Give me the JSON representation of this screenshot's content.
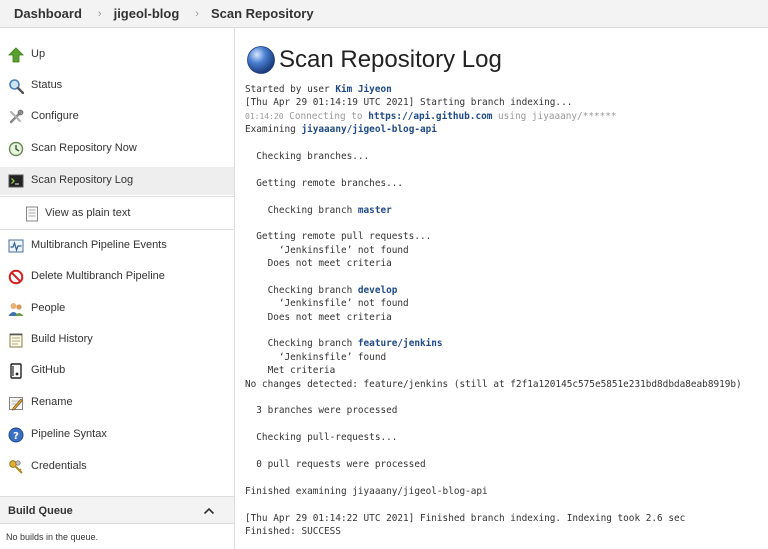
{
  "breadcrumb": {
    "items": [
      "Dashboard",
      "jigeol-blog",
      "Scan Repository"
    ],
    "separator": "›"
  },
  "sidebar": {
    "items": [
      {
        "label": "Up",
        "icon": "up-arrow-icon"
      },
      {
        "label": "Status",
        "icon": "search-icon"
      },
      {
        "label": "Configure",
        "icon": "wrench-icon"
      },
      {
        "label": "Scan Repository Now",
        "icon": "clock-icon"
      },
      {
        "label": "Scan Repository Log",
        "icon": "terminal-icon",
        "active": true
      },
      {
        "label": "View as plain text",
        "icon": "document-icon",
        "sub": true
      },
      {
        "label": "Multibranch Pipeline Events",
        "icon": "events-icon"
      },
      {
        "label": "Delete Multibranch Pipeline",
        "icon": "no-entry-icon"
      },
      {
        "label": "People",
        "icon": "people-icon"
      },
      {
        "label": "Build History",
        "icon": "notepad-icon"
      },
      {
        "label": "GitHub",
        "icon": "github-icon"
      },
      {
        "label": "Rename",
        "icon": "pencil-icon"
      },
      {
        "label": "Pipeline Syntax",
        "icon": "help-icon"
      },
      {
        "label": "Credentials",
        "icon": "keys-icon"
      }
    ]
  },
  "build_queue": {
    "title": "Build Queue",
    "empty_text": "No builds in the queue."
  },
  "page": {
    "title": "Scan Repository Log"
  },
  "log": {
    "lines": [
      [
        {
          "t": "Started by user "
        },
        {
          "t": "Kim Jiyeon",
          "link": true
        }
      ],
      [
        {
          "t": "[Thu Apr 29 01:14:19 UTC 2021] Starting branch indexing..."
        }
      ],
      [
        {
          "t": "01:14:20",
          "ts": true
        },
        {
          "t": " Connecting to ",
          "dim": true
        },
        {
          "t": "https://api.github.com",
          "link": true
        },
        {
          "t": " using jiyaaany/******",
          "dim": true
        }
      ],
      [
        {
          "t": "Examining "
        },
        {
          "t": "jiyaaany/jigeol-blog-api",
          "link": true
        }
      ],
      [],
      [
        {
          "t": "  Checking branches..."
        }
      ],
      [],
      [
        {
          "t": "  Getting remote branches..."
        }
      ],
      [],
      [
        {
          "t": "    Checking branch "
        },
        {
          "t": "master",
          "link": true
        }
      ],
      [],
      [
        {
          "t": "  Getting remote pull requests..."
        }
      ],
      [
        {
          "t": "      ‘Jenkinsfile’ not found"
        }
      ],
      [
        {
          "t": "    Does not meet criteria"
        }
      ],
      [],
      [
        {
          "t": "    Checking branch "
        },
        {
          "t": "develop",
          "link": true
        }
      ],
      [
        {
          "t": "      ‘Jenkinsfile’ not found"
        }
      ],
      [
        {
          "t": "    Does not meet criteria"
        }
      ],
      [],
      [
        {
          "t": "    Checking branch "
        },
        {
          "t": "feature/jenkins",
          "link": true
        }
      ],
      [
        {
          "t": "      ‘Jenkinsfile’ found"
        }
      ],
      [
        {
          "t": "    Met criteria"
        }
      ],
      [
        {
          "t": "No changes detected: feature/jenkins (still at f2f1a120145c575e5851e231bd8dbda8eab8919b)"
        }
      ],
      [],
      [
        {
          "t": "  3 branches were processed"
        }
      ],
      [],
      [
        {
          "t": "  Checking pull-requests..."
        }
      ],
      [],
      [
        {
          "t": "  0 pull requests were processed"
        }
      ],
      [],
      [
        {
          "t": "Finished examining jiyaaany/jigeol-blog-api"
        }
      ],
      [],
      [
        {
          "t": "[Thu Apr 29 01:14:22 UTC 2021] Finished branch indexing. Indexing took 2.6 sec"
        }
      ],
      [
        {
          "t": "Finished: SUCCESS"
        }
      ]
    ]
  }
}
